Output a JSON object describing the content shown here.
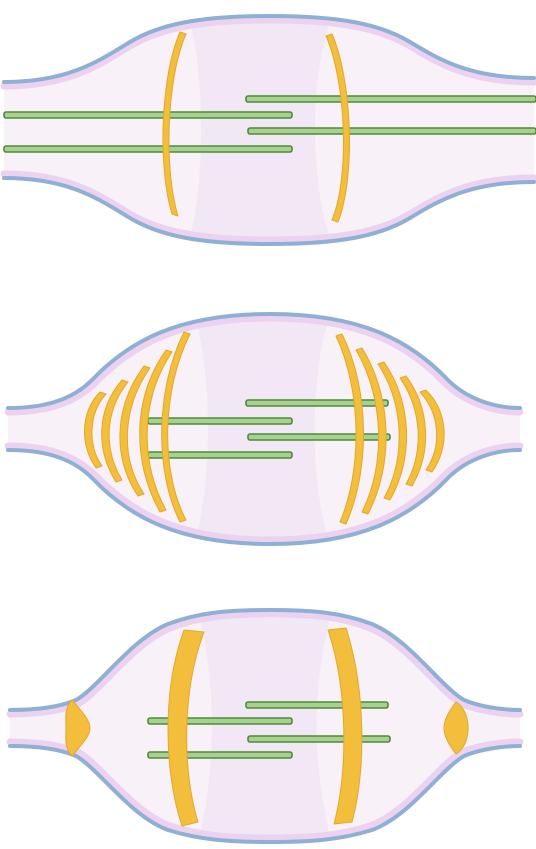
{
  "colors": {
    "membrane": "#8fb0d6",
    "membrane_inner": "#ecd2ee",
    "cytoplasm": "#f8f1f8",
    "cytoplasm_band": "#f1e5f3",
    "ring": "#f3be3c",
    "ring_edge": "#e2a92a",
    "filament": "#4e8a3e",
    "filament_core": "#a8d18e"
  },
  "panels": [
    {
      "stage": "early",
      "ring_style": "thin-pair"
    },
    {
      "stage": "middle",
      "ring_style": "multiple-nested"
    },
    {
      "stage": "late",
      "ring_style": "thick-pair-with-constriction"
    }
  ]
}
